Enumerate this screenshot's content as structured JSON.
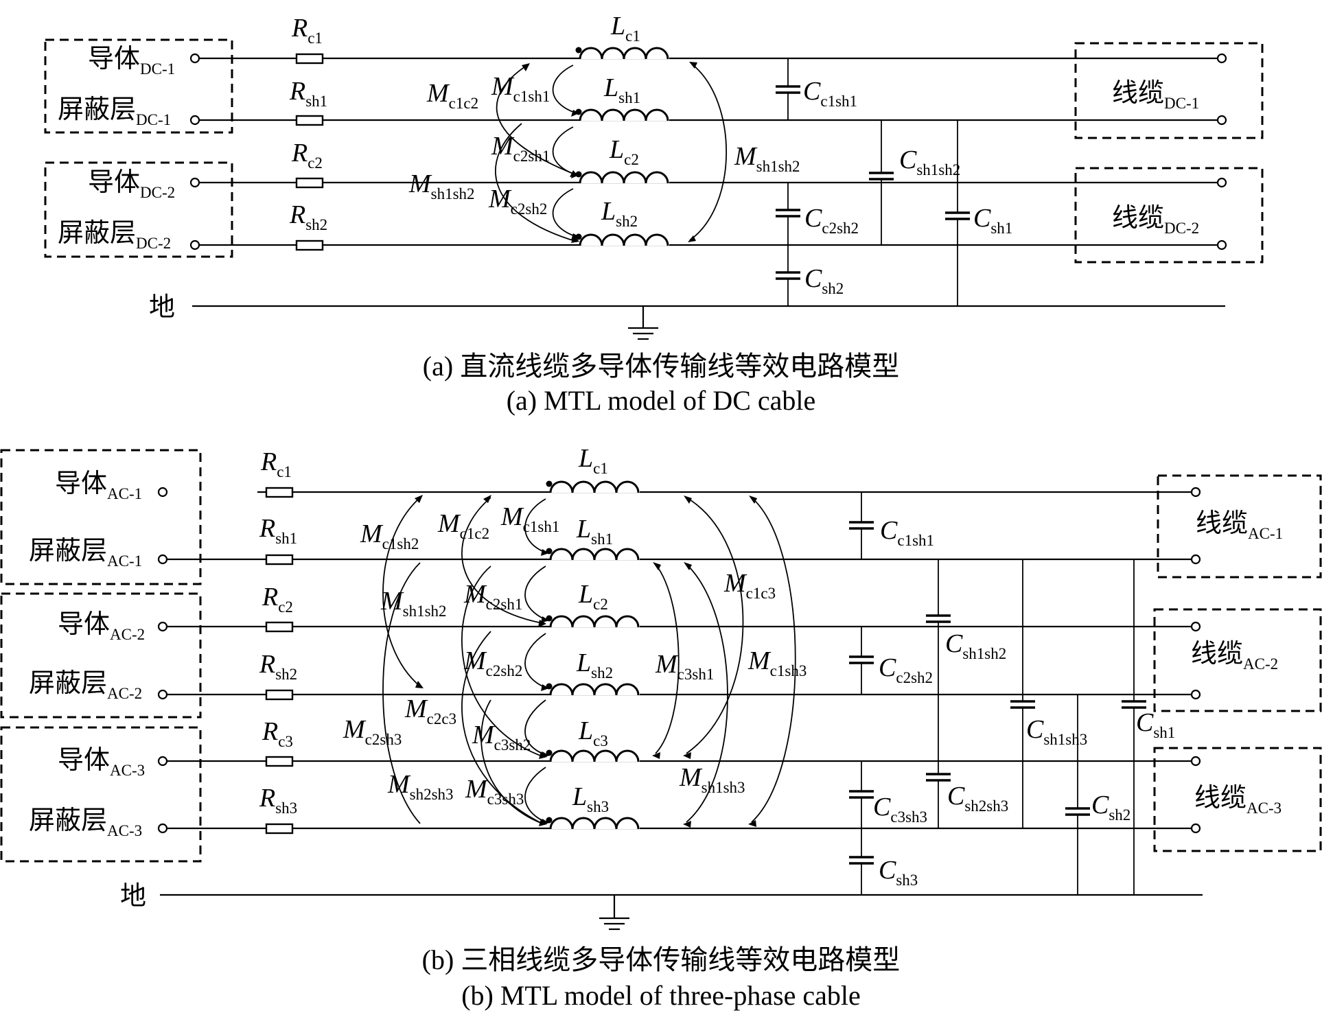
{
  "diagram_a": {
    "ports": [
      {
        "name": "导体",
        "sub": "DC-1"
      },
      {
        "name": "屏蔽层",
        "sub": "DC-1"
      },
      {
        "name": "导体",
        "sub": "DC-2"
      },
      {
        "name": "屏蔽层",
        "sub": "DC-2"
      }
    ],
    "resistors": [
      {
        "sym": "R",
        "sub": "c1"
      },
      {
        "sym": "R",
        "sub": "sh1"
      },
      {
        "sym": "R",
        "sub": "c2"
      },
      {
        "sym": "R",
        "sub": "sh2"
      }
    ],
    "inductors": [
      {
        "sym": "L",
        "sub": "c1"
      },
      {
        "sym": "L",
        "sub": "sh1"
      },
      {
        "sym": "L",
        "sub": "c2"
      },
      {
        "sym": "L",
        "sub": "sh2"
      }
    ],
    "mutuals": [
      {
        "sym": "M",
        "sub": "c1c2"
      },
      {
        "sym": "M",
        "sub": "c1sh1"
      },
      {
        "sym": "M",
        "sub": "c2sh1"
      },
      {
        "sym": "M",
        "sub": "sh1sh2"
      },
      {
        "sym": "M",
        "sub": "c2sh2"
      },
      {
        "sym": "M",
        "sub": "sh1sh2"
      }
    ],
    "capacitors": [
      {
        "sym": "C",
        "sub": "c1sh1"
      },
      {
        "sym": "C",
        "sub": "sh1sh2"
      },
      {
        "sym": "C",
        "sub": "c2sh2"
      },
      {
        "sym": "C",
        "sub": "sh1"
      },
      {
        "sym": "C",
        "sub": "sh2"
      }
    ],
    "cable_boxes": [
      {
        "name": "线缆",
        "sub": "DC-1"
      },
      {
        "name": "线缆",
        "sub": "DC-2"
      }
    ],
    "ground_label": "地",
    "caption_cn": "(a) 直流线缆多导体传输线等效电路模型",
    "caption_en": "(a) MTL model of DC cable"
  },
  "diagram_b": {
    "ports": [
      {
        "name": "导体",
        "sub": "AC-1"
      },
      {
        "name": "屏蔽层",
        "sub": "AC-1"
      },
      {
        "name": "导体",
        "sub": "AC-2"
      },
      {
        "name": "屏蔽层",
        "sub": "AC-2"
      },
      {
        "name": "导体",
        "sub": "AC-3"
      },
      {
        "name": "屏蔽层",
        "sub": "AC-3"
      }
    ],
    "resistors": [
      {
        "sym": "R",
        "sub": "c1"
      },
      {
        "sym": "R",
        "sub": "sh1"
      },
      {
        "sym": "R",
        "sub": "c2"
      },
      {
        "sym": "R",
        "sub": "sh2"
      },
      {
        "sym": "R",
        "sub": "c3"
      },
      {
        "sym": "R",
        "sub": "sh3"
      }
    ],
    "inductors": [
      {
        "sym": "L",
        "sub": "c1"
      },
      {
        "sym": "L",
        "sub": "sh1"
      },
      {
        "sym": "L",
        "sub": "c2"
      },
      {
        "sym": "L",
        "sub": "sh2"
      },
      {
        "sym": "L",
        "sub": "c3"
      },
      {
        "sym": "L",
        "sub": "sh3"
      }
    ],
    "mutuals": [
      {
        "sym": "M",
        "sub": "c1sh2"
      },
      {
        "sym": "M",
        "sub": "c1c2"
      },
      {
        "sym": "M",
        "sub": "c1sh1"
      },
      {
        "sym": "M",
        "sub": "sh1sh2"
      },
      {
        "sym": "M",
        "sub": "c2sh1"
      },
      {
        "sym": "M",
        "sub": "c1c3"
      },
      {
        "sym": "M",
        "sub": "c2sh2"
      },
      {
        "sym": "M",
        "sub": "c3sh1"
      },
      {
        "sym": "M",
        "sub": "c1sh3"
      },
      {
        "sym": "M",
        "sub": "c2c3"
      },
      {
        "sym": "M",
        "sub": "c2sh3"
      },
      {
        "sym": "M",
        "sub": "c3sh2"
      },
      {
        "sym": "M",
        "sub": "sh2sh3"
      },
      {
        "sym": "M",
        "sub": "c3sh3"
      },
      {
        "sym": "M",
        "sub": "sh1sh3"
      }
    ],
    "capacitors": [
      {
        "sym": "C",
        "sub": "c1sh1"
      },
      {
        "sym": "C",
        "sub": "sh1sh2"
      },
      {
        "sym": "C",
        "sub": "c2sh2"
      },
      {
        "sym": "C",
        "sub": "sh1sh3"
      },
      {
        "sym": "C",
        "sub": "sh1"
      },
      {
        "sym": "C",
        "sub": "c3sh3"
      },
      {
        "sym": "C",
        "sub": "sh2sh3"
      },
      {
        "sym": "C",
        "sub": "sh2"
      },
      {
        "sym": "C",
        "sub": "sh3"
      }
    ],
    "cable_boxes": [
      {
        "name": "线缆",
        "sub": "AC-1"
      },
      {
        "name": "线缆",
        "sub": "AC-2"
      },
      {
        "name": "线缆",
        "sub": "AC-3"
      }
    ],
    "ground_label": "地",
    "caption_cn": "(b) 三相线缆多导体传输线等效电路模型",
    "caption_en": "(b) MTL model of three-phase cable"
  }
}
